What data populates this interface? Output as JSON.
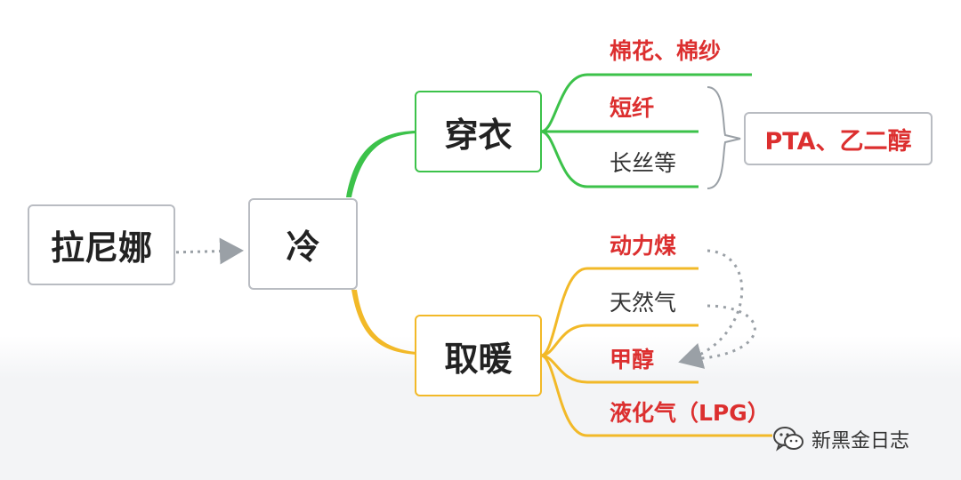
{
  "nodes": {
    "lanina": "拉尼娜",
    "cold": "冷",
    "clothing": "穿衣",
    "heating": "取暖",
    "pta": {
      "prefix": "PTA、",
      "rest": "乙二醇"
    }
  },
  "clothing_items": [
    "棉花、棉纱",
    "短纤",
    "长丝等"
  ],
  "heating_items": [
    "动力煤",
    "天然气",
    "甲醇",
    "液化气（LPG）"
  ],
  "watermark": {
    "text": "新黑金日志",
    "icon": "wechat-icon"
  },
  "colors": {
    "green": "#3cc24a",
    "yellow": "#f2b928",
    "red_text": "#dc2f2f",
    "gray_border": "#b9bcc2",
    "dotted_arrow": "#9aa0a6"
  }
}
